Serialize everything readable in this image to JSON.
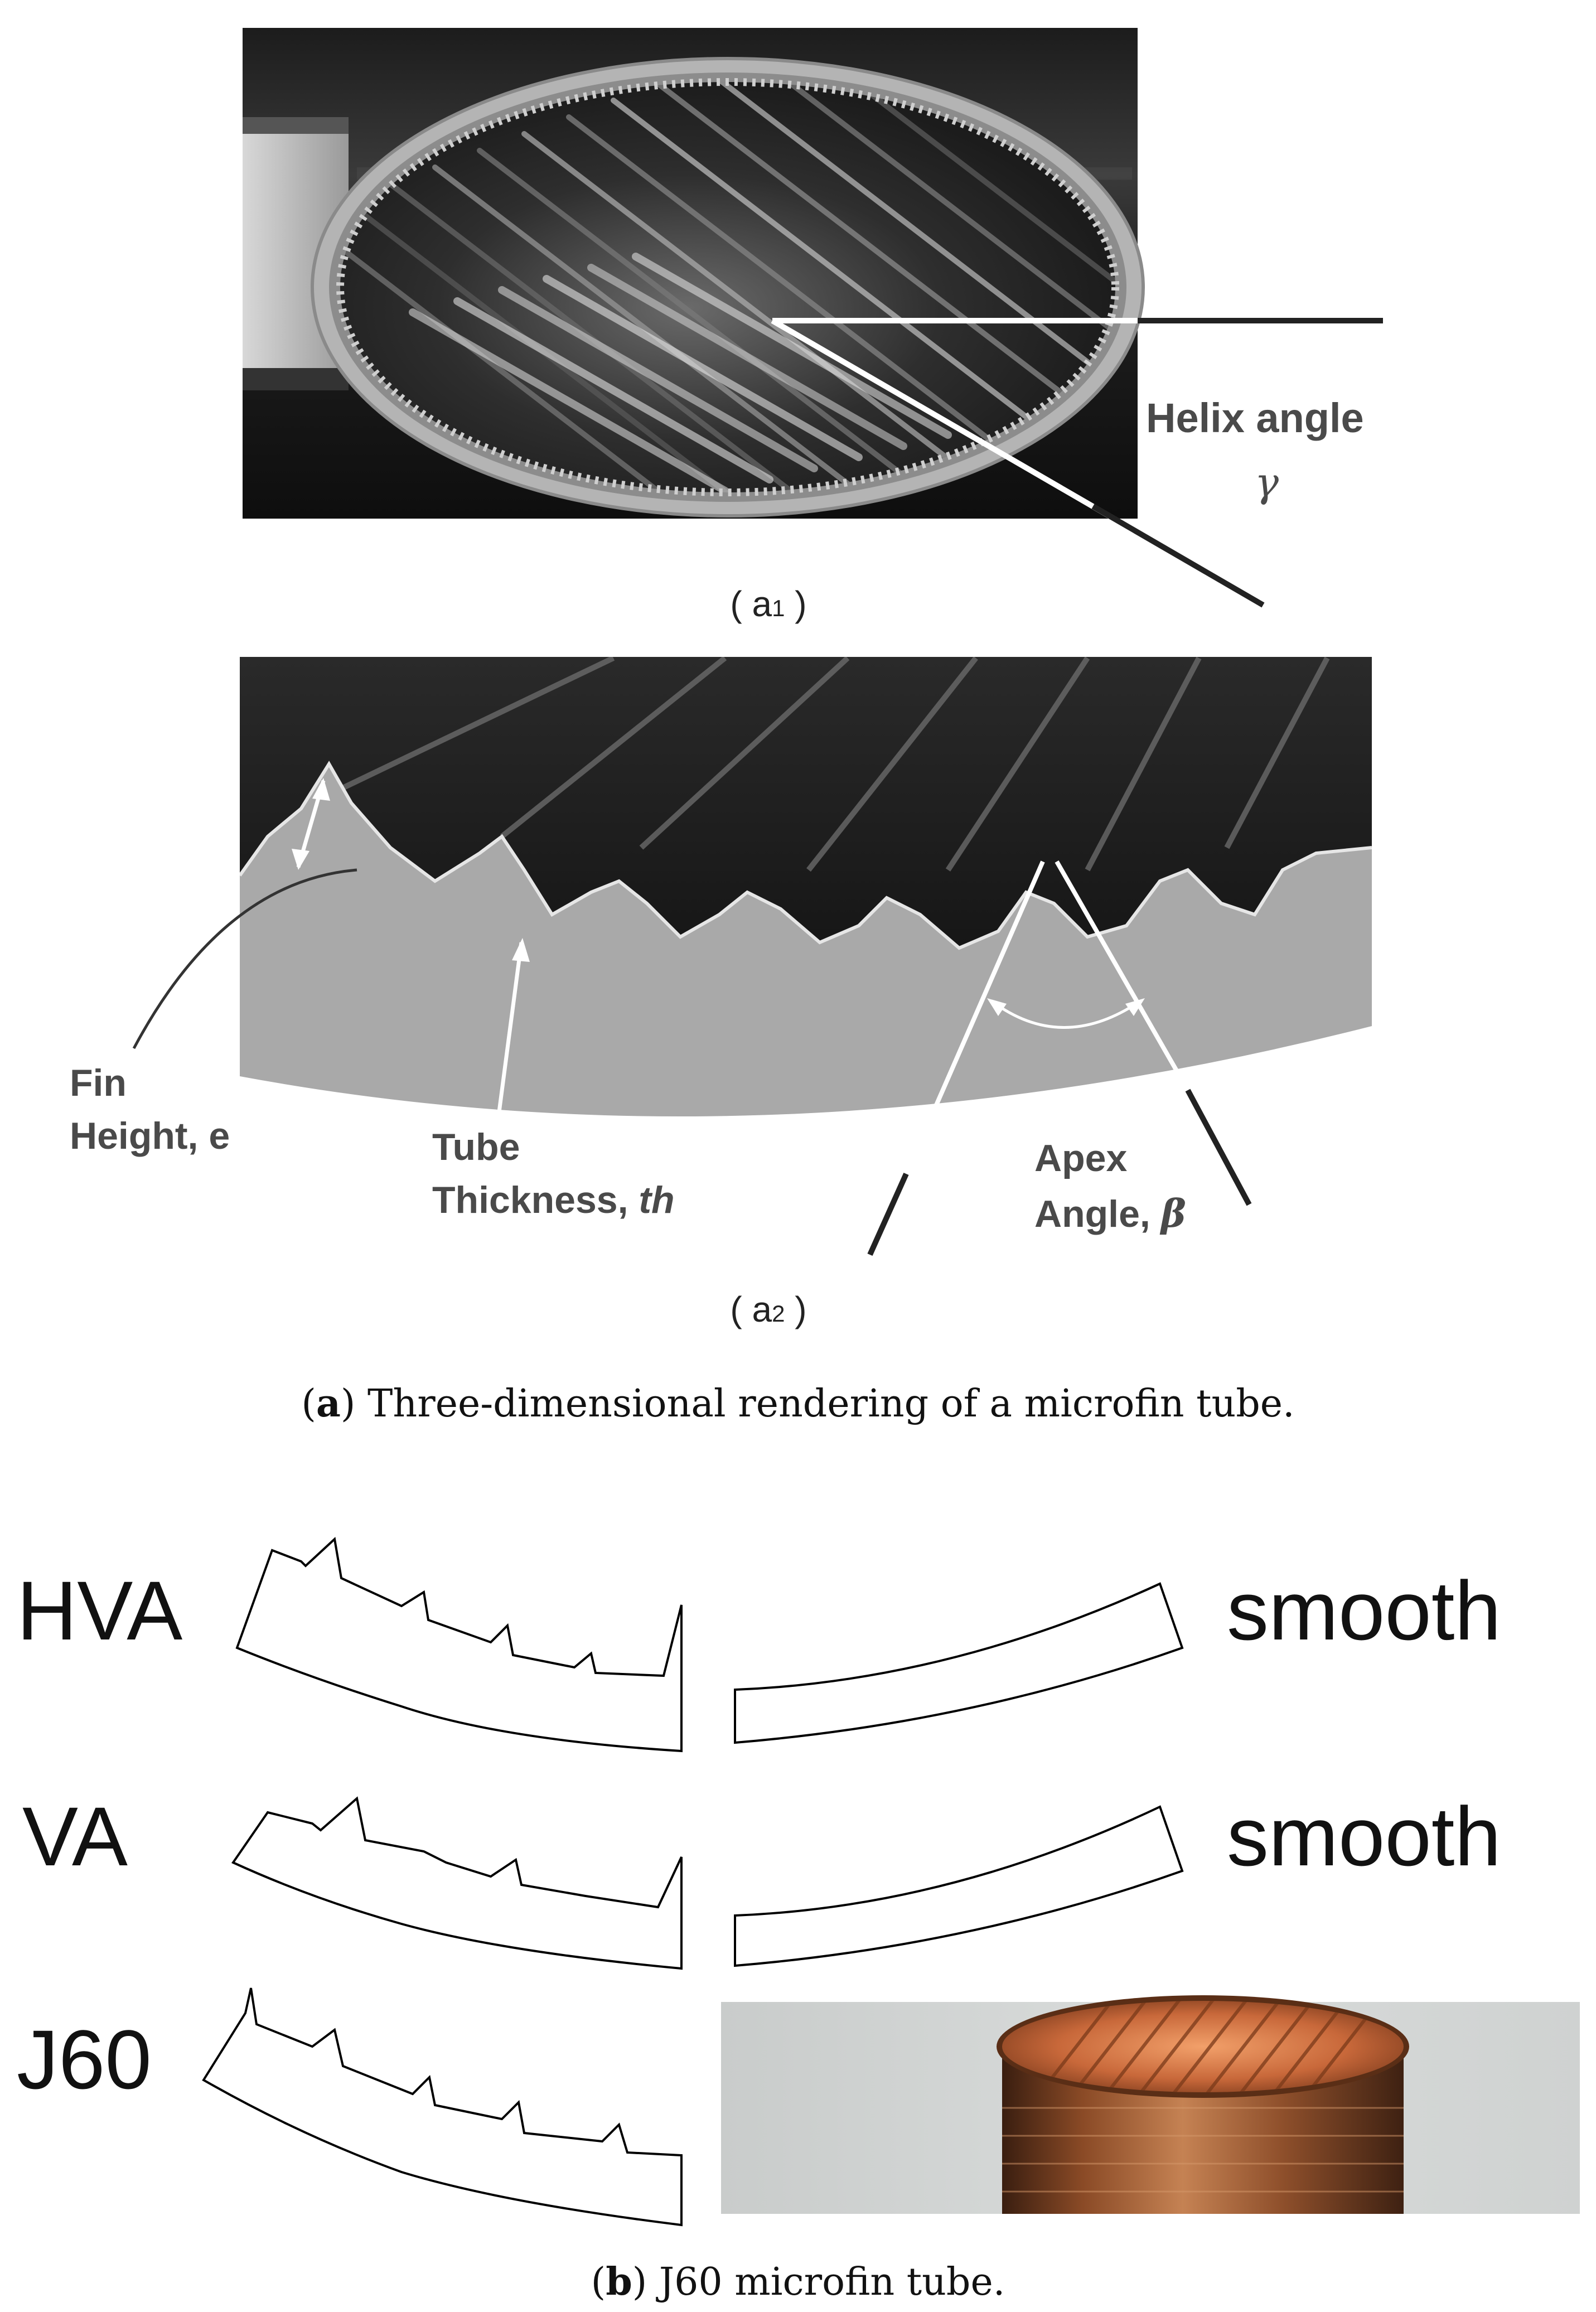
{
  "panel_a1": {
    "label_prefix": "( a",
    "label_sub": "1",
    "label_suffix": " )",
    "helix_label": "Helix angle",
    "helix_symbol": "γ"
  },
  "panel_a2": {
    "label_prefix": "( a",
    "label_sub": "2",
    "label_suffix": " )",
    "fin_height_line1": "Fin",
    "fin_height_line2": "Height, e",
    "tube_thickness_line1": "Tube",
    "tube_thickness_line2_prefix": "Thickness, ",
    "tube_thickness_line2_italic": "th",
    "apex_line1": "Apex",
    "apex_line2_prefix": "Angle, ",
    "apex_line2_symbol": "β"
  },
  "caption_a": {
    "letter": "a",
    "text": " Three-dimensional rendering of a microfin tube."
  },
  "profiles": {
    "row1_label": "HVA",
    "row1_right": "smooth",
    "row2_label": "VA",
    "row2_right": "smooth",
    "row3_label": "J60"
  },
  "caption_b": {
    "letter": "b",
    "text": " J60 microfin tube."
  },
  "colors": {
    "tube_dark": "#232323",
    "tube_wall": "#a8a8a8",
    "copper": "#b46a3c",
    "line": "#000000"
  }
}
